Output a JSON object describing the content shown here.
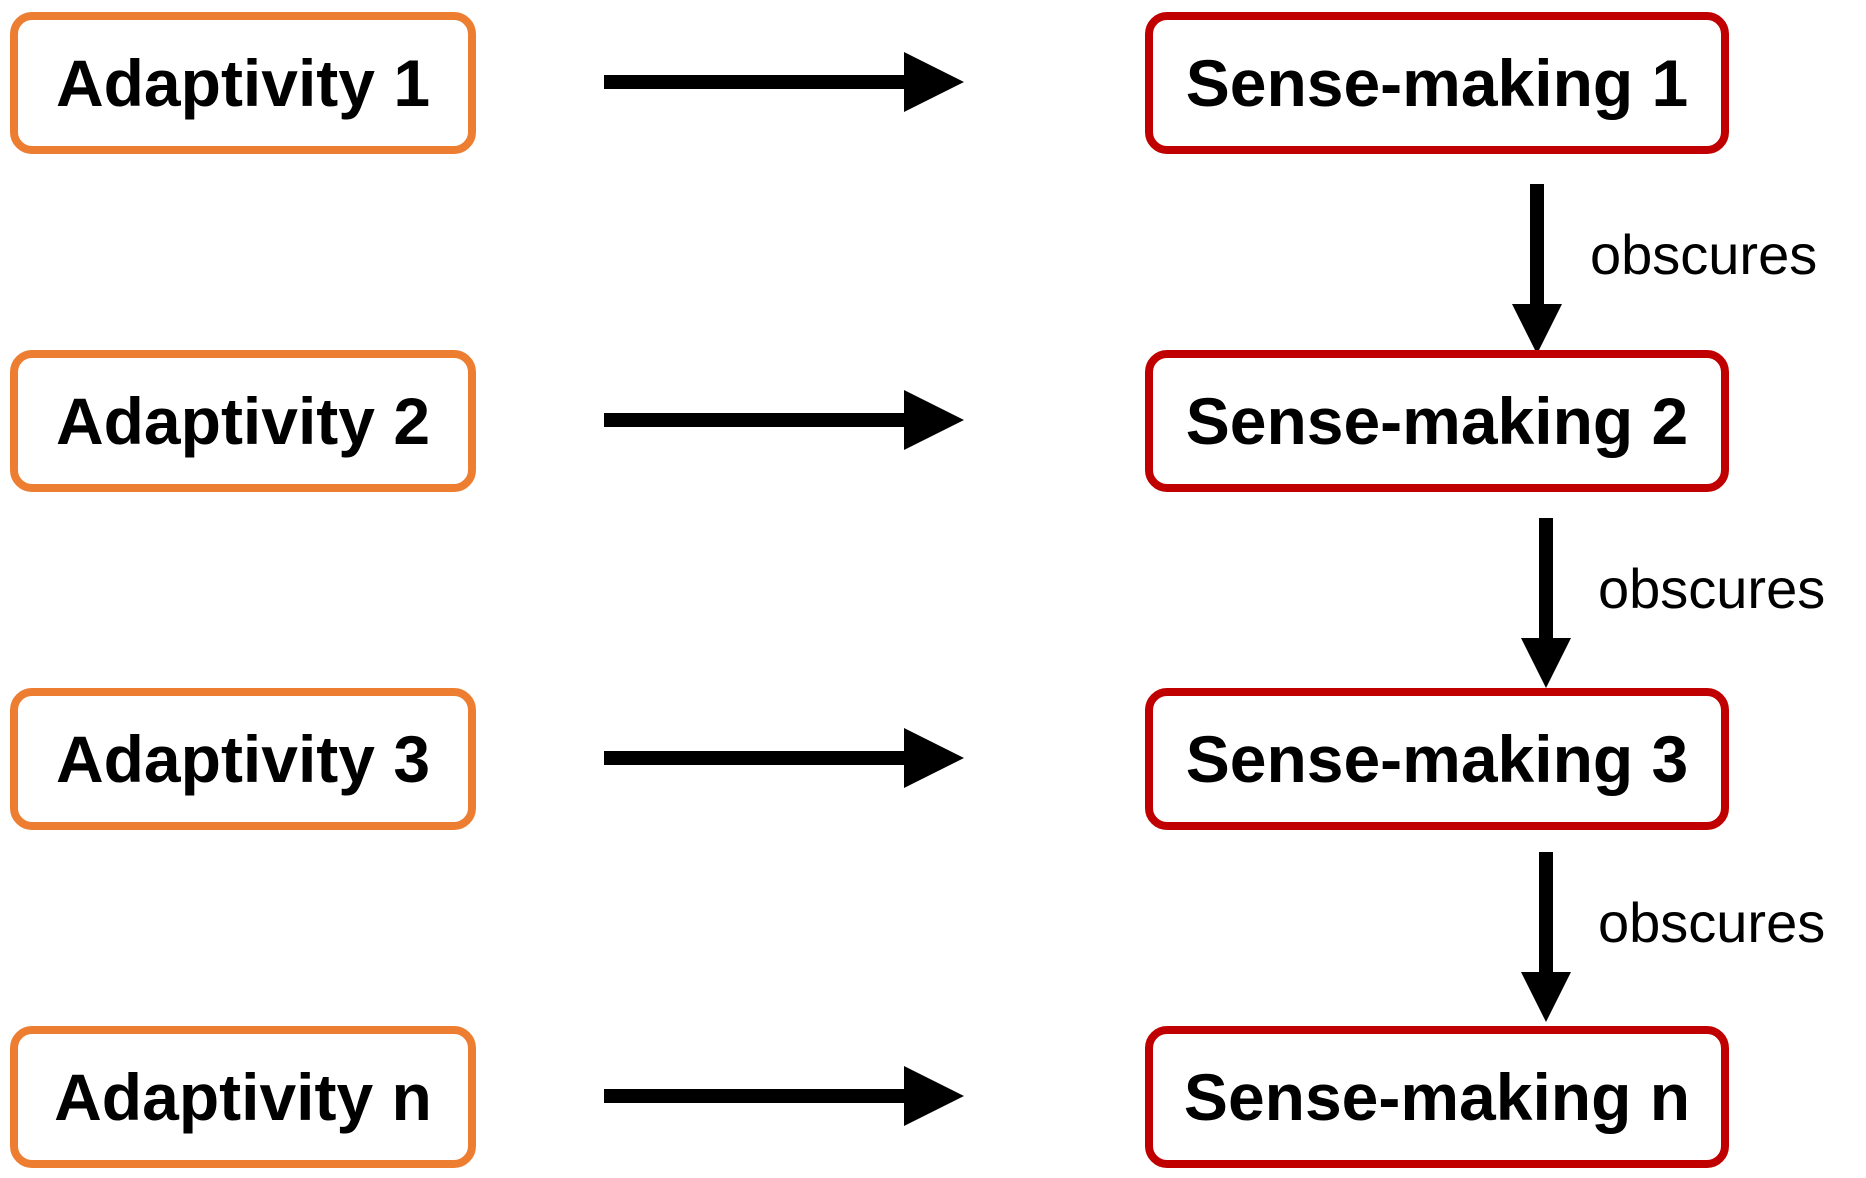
{
  "colors": {
    "adaptivity_border": "#ED7D31",
    "sense_making_border": "#C00000",
    "arrow": "#000000"
  },
  "adaptivity": [
    {
      "label": "Adaptivity 1"
    },
    {
      "label": "Adaptivity 2"
    },
    {
      "label": "Adaptivity 3"
    },
    {
      "label": "Adaptivity n"
    }
  ],
  "sense_making": [
    {
      "label": "Sense-making 1"
    },
    {
      "label": "Sense-making 2"
    },
    {
      "label": "Sense-making 3"
    },
    {
      "label": "Sense-making n"
    }
  ],
  "relations": [
    {
      "label": "obscures"
    },
    {
      "label": "obscures"
    },
    {
      "label": "obscures"
    }
  ]
}
